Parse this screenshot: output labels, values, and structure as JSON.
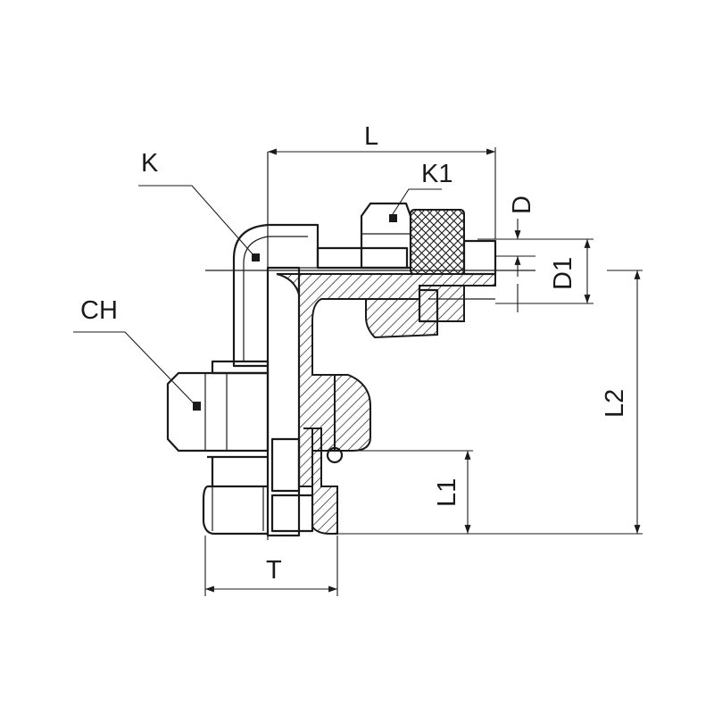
{
  "labels": {
    "L": "L",
    "K": "K",
    "K1": "K1",
    "D": "D",
    "D1": "D1",
    "CH": "CH",
    "L2": "L2",
    "L1": "L1",
    "T": "T"
  }
}
